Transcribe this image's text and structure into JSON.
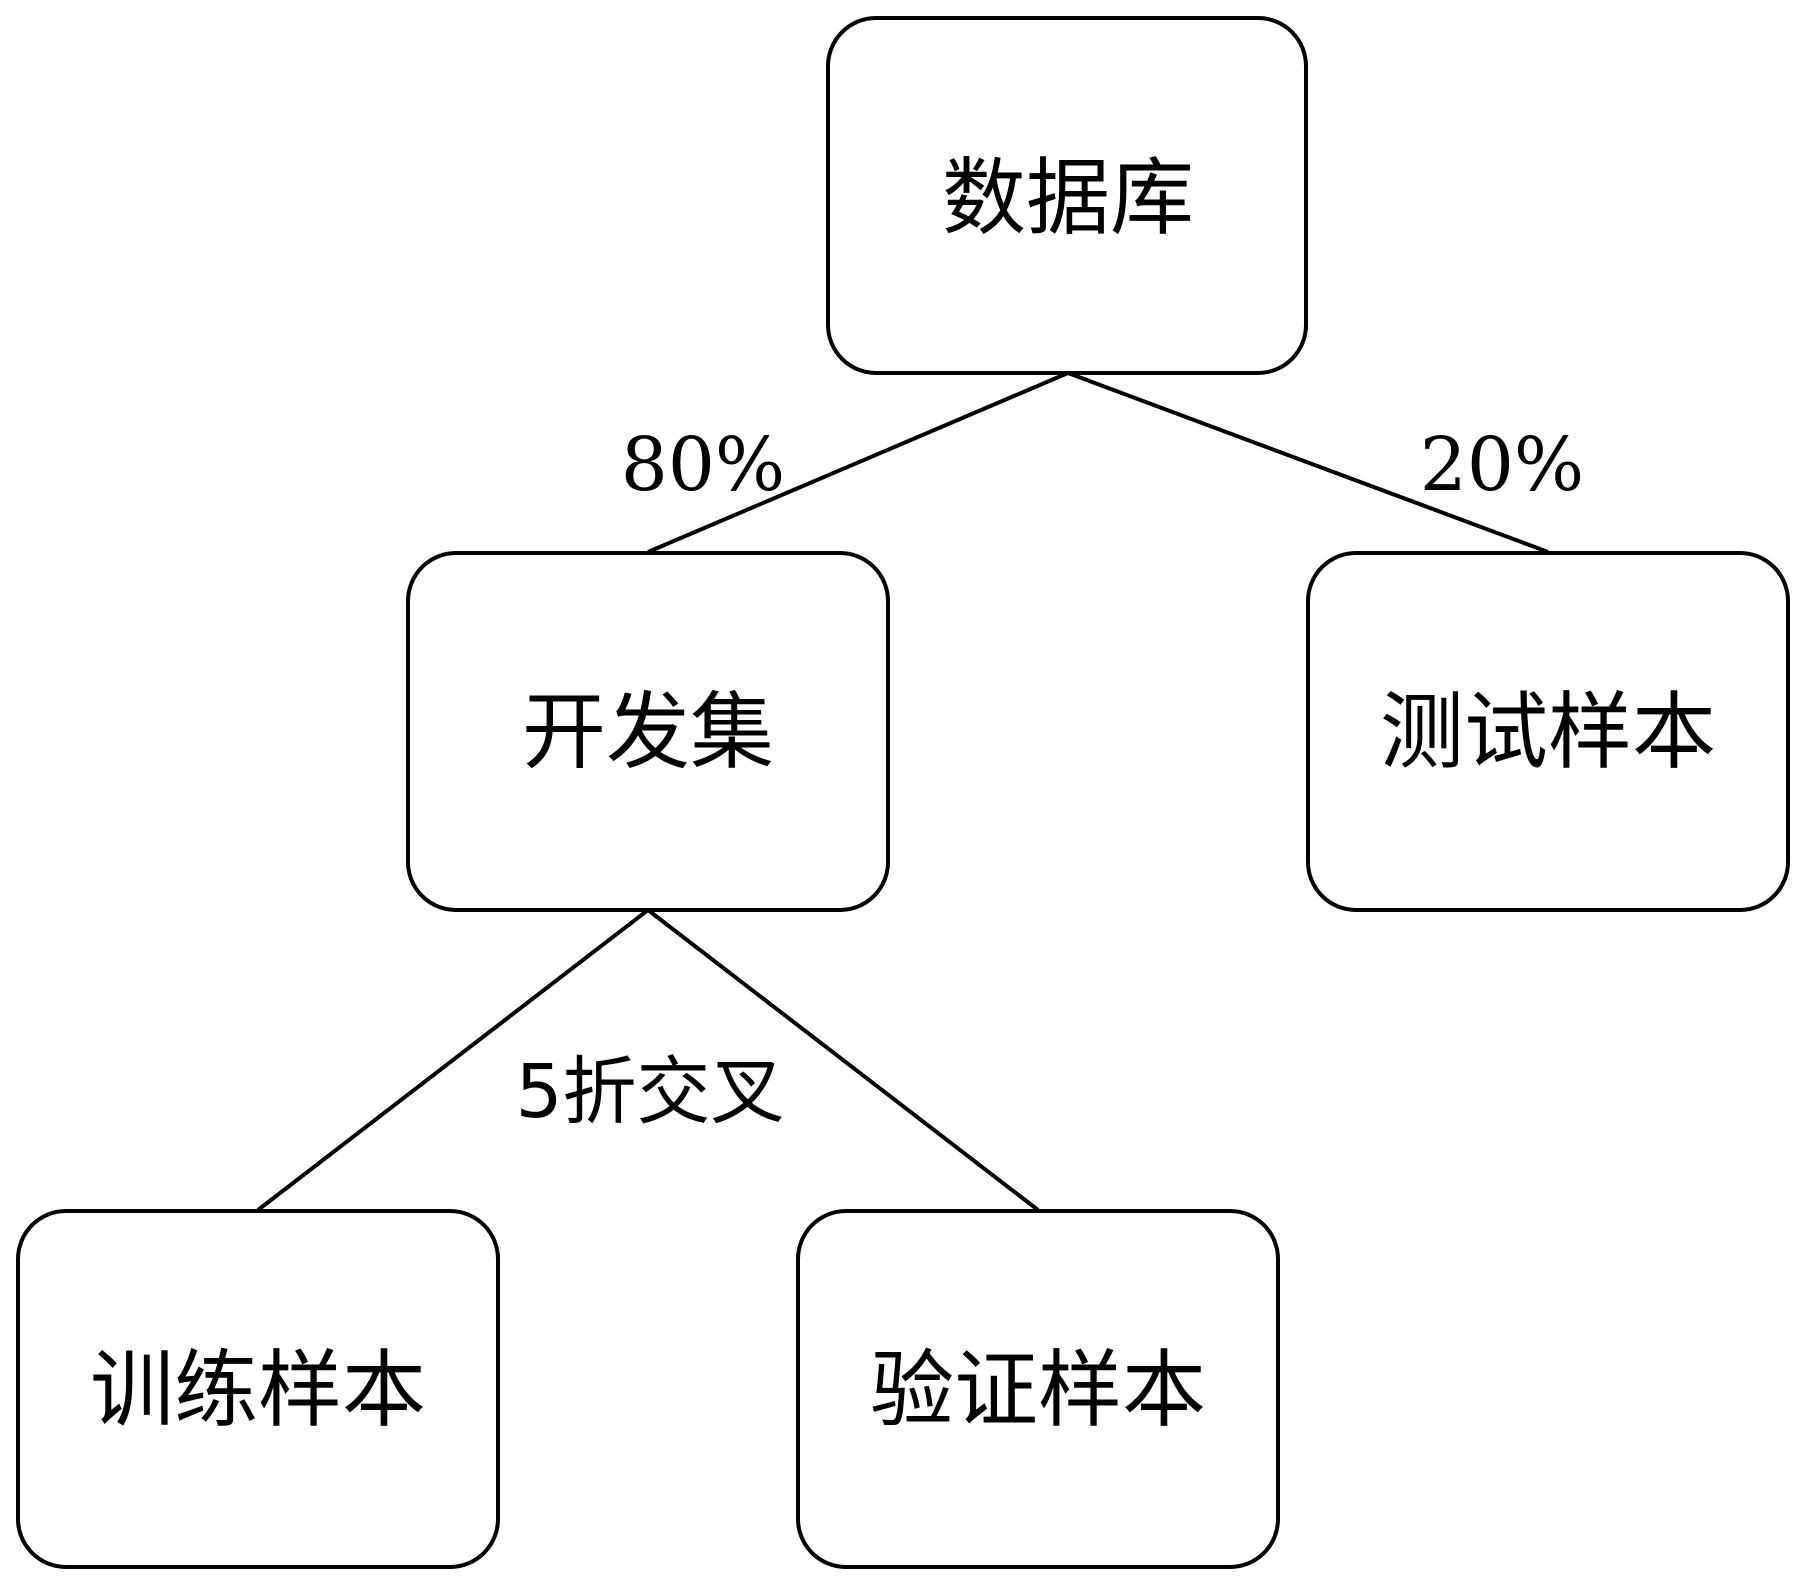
{
  "nodes": {
    "database": "数据库",
    "dev_set": "开发集",
    "test_samples": "测试样本",
    "train_samples": "训练样本",
    "val_samples": "验证样本"
  },
  "edges": {
    "to_dev": "80%",
    "to_test": "20%",
    "cross_validation": "5折交叉"
  }
}
